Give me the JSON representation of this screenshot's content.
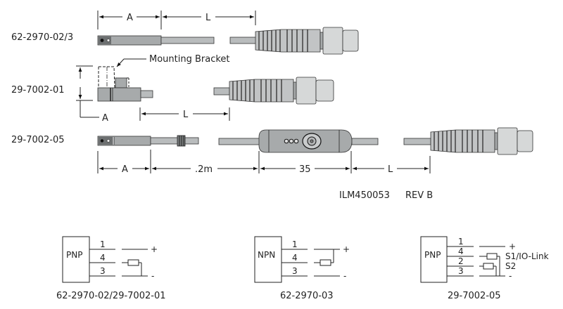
{
  "drawing": {
    "products": [
      {
        "part_number": "62-2970-02/3",
        "dimensions": {
          "a": "A",
          "l": "L"
        }
      },
      {
        "part_number": "29-7002-01",
        "callout": "Mounting Bracket",
        "dimensions": {
          "a": "A",
          "l": "L"
        }
      },
      {
        "part_number": "29-7002-05",
        "dimensions": {
          "a": "A",
          "cable": ".2m",
          "module": "35",
          "l": "L"
        }
      }
    ],
    "document_id": "ILM450053",
    "revision": "REV B"
  },
  "wiring": [
    {
      "type": "PNP",
      "pins": [
        "1",
        "4",
        "3"
      ],
      "plus": "+",
      "minus": "-",
      "caption": "62-2970-02/29-7002-01"
    },
    {
      "type": "NPN",
      "pins": [
        "1",
        "4",
        "3"
      ],
      "plus": "+",
      "minus": "-",
      "caption": "62-2970-03"
    },
    {
      "type": "PNP",
      "pins": [
        "1",
        "4",
        "2",
        "3"
      ],
      "plus": "+",
      "minus": "-",
      "s1": "S1/IO-Link",
      "s2": "S2",
      "caption": "29-7002-05"
    }
  ]
}
